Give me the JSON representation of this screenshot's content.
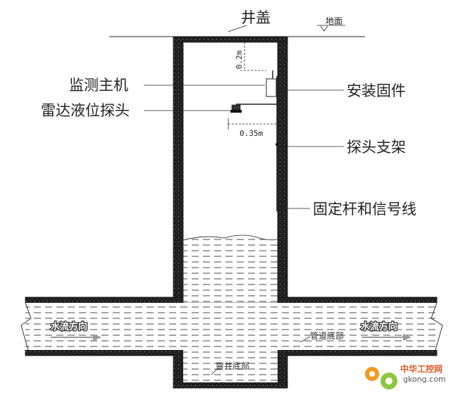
{
  "labels": {
    "well_cover": "井盖",
    "ground": "地面",
    "host": "监测主机",
    "radar_probe": "雷达液位探头",
    "mount_fixture": "安装固件",
    "probe_bracket": "探头支架",
    "rod_signal": "固定杆和信号线",
    "dim_vertical": "0.2m",
    "dim_horizontal": "0.35m",
    "flow_left": "水流方向",
    "flow_right": "水流方向",
    "pipe_bottom": "管道底部",
    "well_bottom": "窨井底部"
  },
  "watermark": {
    "brand": "中华工控网",
    "site": "gkong.com"
  },
  "colors": {
    "line": "#222222",
    "wall_fill": "#2a2a2a",
    "water_stripe": "#333333",
    "arrow": "#9a9a9a",
    "watermark_orange": "#e8541c",
    "watermark_green": "#8cc63f"
  }
}
